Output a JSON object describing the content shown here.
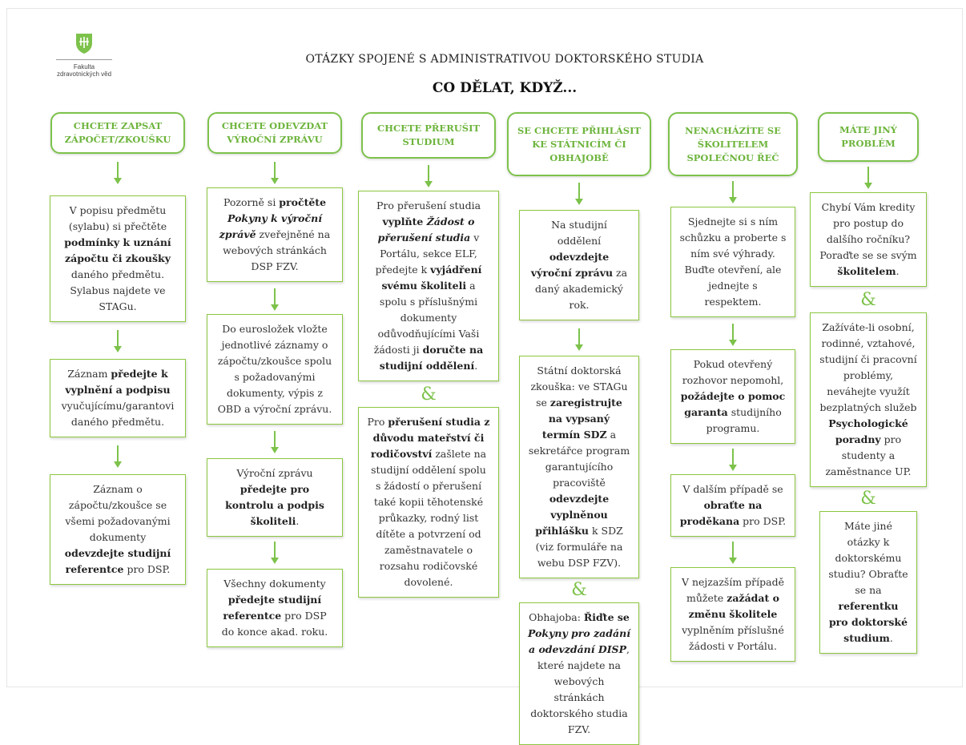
{
  "logo": {
    "line1": "Fakulta",
    "line2": "zdravotnických věd"
  },
  "header": {
    "subtitle": "OTÁZKY SPOJENÉ S ADMINISTRATIVOU DOKTORSKÉHO STUDIA",
    "title": "CO DĚLAT, KDYŽ..."
  },
  "ampersand": "&",
  "columns": [
    {
      "heading": "CHCETE ZAPSAT ZÁPOČET/ZKOUŠKU",
      "boxes": [
        "V popisu předmětu (sylabu) si přečtěte <b>podmínky k uznání zápočtu či zkoušky</b> daného předmětu. Sylabus najdete ve STAGu.",
        "Záznam <b>předejte k vyplnění a podpisu</b> vyučujícímu/garantovi daného předmětu.",
        "Záznam o zápočtu/zkoušce se všemi požadovanými dokumenty <b>odevzdejte studijní referentce</b> pro DSP."
      ]
    },
    {
      "heading": "CHCETE ODEVZDAT VÝROČNÍ ZPRÁVU",
      "boxes": [
        "Pozorně si <b>pročtěte <i>Pokyny k výroční zprávě</i></b> zveřejněné na webových stránkách DSP FZV.",
        "Do eurosložek vložte jednotlivé záznamy o zápočtu/zkoušce spolu s požadovanými dokumenty, výpis z OBD a výroční zprávu.",
        "Výroční zprávu <b>předejte pro kontrolu a podpis školiteli</b>.",
        "Všechny dokumenty <b>předejte studijní referentce</b> pro DSP do konce akad. roku."
      ]
    },
    {
      "heading": "CHCETE PŘERUŠIT STUDIUM",
      "boxes": [
        "Pro přerušení studia <b>vyplňte <i>Žádost o přerušení studia</i></b> v Portálu, sekce ELF, předejte k <b>vyjádření svému školiteli</b> a spolu s příslušnými dokumenty odůvodňujícími Vaši žádosti ji <b>doručte na studijní oddělení</b>.",
        "Pro <b>přerušení studia z důvodu mateřství či rodičovství</b> zašlete na studijní oddělení spolu s žádostí o přerušení také kopii těhotenské průkazky, rodný list dítěte a potvrzení od zaměstnavatele o rozsahu rodičovské dovolené."
      ]
    },
    {
      "heading": "SE CHCETE PŘIHLÁSIT KE STÁTNICÍM ČI OBHAJOBĚ",
      "boxes": [
        "Na studijní oddělení <b>odevzdejte výroční zprávu</b> za daný akademický rok.",
        "Státní doktorská zkouška: ve STAGu se <b>zaregistrujte na vypsaný termín SDZ</b> a sekretářce program garantujícího pracoviště <b>odevzdejte vyplněnou přihlášku</b> k SDZ (viz formuláře na webu DSP FZV).",
        "Obhajoba: <b>Řiďte se <i>Pokyny pro zadání a odevzdání DISP</i></b>, které najdete na webových stránkách doktorského studia FZV."
      ]
    },
    {
      "heading": "NENACHÁZÍTE SE ŠKOLITELEM SPOLEČNOU ŘEČ",
      "boxes": [
        "Sjednejte si s ním schůzku a proberte s ním své výhrady. Buďte otevření, ale jednejte s respektem.",
        "Pokud otevřený rozhovor nepomohl, <b>požádejte o pomoc garanta</b> studijního programu.",
        "V dalším případě se <b>obraťte na proděkana</b> pro DSP.",
        "V nejzazším případě můžete <b>zažádat o změnu školitele</b> vyplněním příslušné žádosti v Portálu."
      ]
    },
    {
      "heading": "MÁTE JINÝ PROBLÉM",
      "boxes": [
        "Chybí Vám kredity pro postup do dalšího ročníku? Poraďte se se svým <b>školitelem</b>.",
        "Zažíváte-li osobní, rodinné, vztahové, studijní či pracovní problémy, neváhejte využít bezplatných služeb <b>Psychologické poradny</b> pro studenty a zaměstnance UP.",
        "Máte jiné otázky k doktorskému studiu? Obraťte se na <b>referentku pro doktorské studium</b>."
      ]
    }
  ]
}
